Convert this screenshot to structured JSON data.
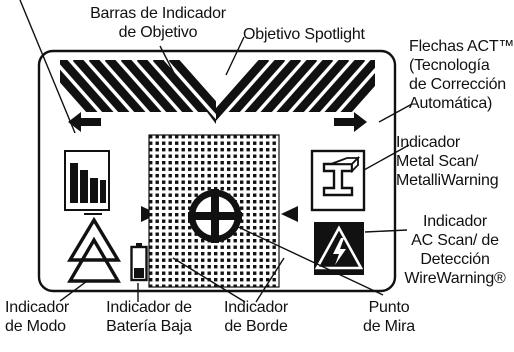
{
  "labels": {
    "target_bars": [
      "Barras de Indicador",
      "de Objetivo"
    ],
    "spotlight": "Objetivo Spotlight",
    "act_arrows": [
      "Flechas ACT™",
      "(Tecnología",
      "de Corrección",
      "Automática)"
    ],
    "metal_scan": [
      "Indicador",
      "Metal Scan/",
      "MetalliWarning"
    ],
    "ac_scan": [
      "Indicador",
      "AC Scan/ de",
      "Detección",
      "WireWarning®"
    ],
    "mode": [
      "Indicador",
      "de Modo"
    ],
    "battery": [
      "Indicador de",
      "Batería Baja"
    ],
    "edge": [
      "Indicador",
      "de Borde"
    ],
    "crosshair": [
      "Punto",
      "de Mira"
    ]
  },
  "icons": {
    "spotlight_bars": "spotlight-chevron-icon",
    "act_left": "arrow-left-icon",
    "act_right": "arrow-right-icon",
    "metal_scan": "steel-beam-icon",
    "ac_scan": "lightning-warning-icon",
    "target_indicator": "bar-graph-icon",
    "mode": "double-triangle-icon",
    "battery": "battery-icon",
    "crosshair": "crosshair-icon"
  },
  "colors": {
    "ink": "#111111",
    "paper": "#ffffff"
  }
}
